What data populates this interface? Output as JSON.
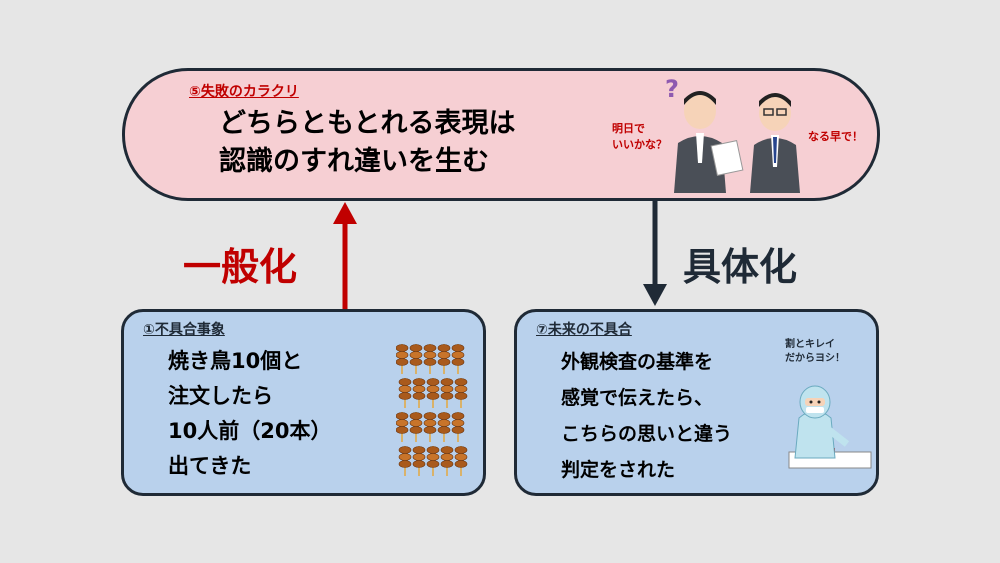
{
  "top": {
    "heading": "⑤失敗のカラクリ",
    "line1": "どちらともとれる表現は",
    "line2": "認識のすれ違いを生む",
    "bubble_left": [
      "明日で",
      "いいかな？"
    ],
    "bubble_right": "なる早で！",
    "question_mark": "?"
  },
  "left": {
    "heading": "①不具合事象",
    "lines": [
      "焼き鳥10個と",
      "注文したら",
      "10人前（20本）",
      "出てきた"
    ]
  },
  "right": {
    "heading": "⑦未来の不具合",
    "lines": [
      "外観検査の基準を",
      "感覚で伝えたら、",
      "こちらの思いと違う",
      "判定をされた"
    ],
    "bubble": [
      "割とキレイ",
      "だからヨシ！"
    ]
  },
  "arrows": {
    "generalize_label": "一般化",
    "concretize_label": "具体化"
  },
  "colors": {
    "red": "#c00000",
    "navy": "#1f2a36",
    "pink_box": "#f6cfd3",
    "blue_box": "#b9d1ec",
    "background": "#e6e6e6"
  }
}
